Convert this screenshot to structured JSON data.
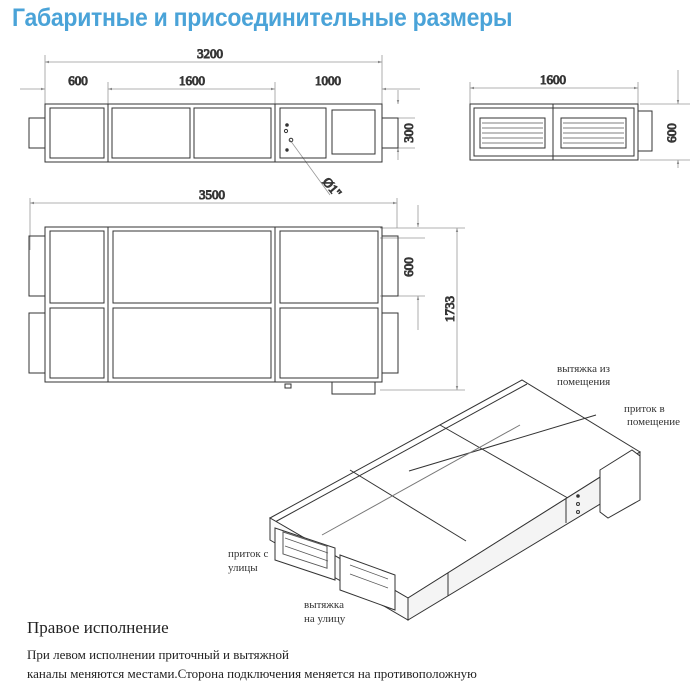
{
  "title": "Габаритные и присоединительные размеры",
  "accent_color": "#4aa3d8",
  "front_view": {
    "overall_width": "3200",
    "sections": [
      "600",
      "1600",
      "1000"
    ],
    "height": "300",
    "connection": "Ø1\""
  },
  "side_view": {
    "width": "1600",
    "height": "600"
  },
  "top_view": {
    "overall_length": "3500",
    "duct_height": "600",
    "overall_width": "1733"
  },
  "iso_view": {
    "labels": {
      "exhaust_from_room": [
        "вытяжка из",
        "помещения"
      ],
      "supply_to_room": [
        "приток в",
        "помещение"
      ],
      "supply_from_street": [
        "приток с",
        "улицы"
      ],
      "exhaust_to_street": [
        "вытяжка",
        "на улицу"
      ]
    }
  },
  "caption": "Правое исполнение",
  "note": {
    "line1": "При левом исполнении приточный и вытяжной",
    "line2": "каналы меняются местами.Сторона подключения меняется на противоположную"
  }
}
